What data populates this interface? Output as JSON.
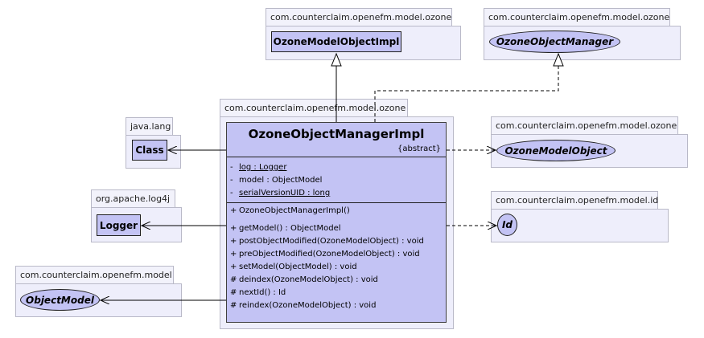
{
  "packages": {
    "top_center": "com.counterclaim.openefm.model.ozone",
    "top_right": "com.counterclaim.openefm.model.ozone",
    "center": "com.counterclaim.openefm.model.ozone",
    "java_lang": "java.lang",
    "log4j": "org.apache.log4j",
    "model": "com.counterclaim.openefm.model",
    "right_ozone": "com.counterclaim.openefm.model.ozone",
    "model_id": "com.counterclaim.openefm.model.id"
  },
  "classes": {
    "ozone_model_object_impl": "OzoneModelObjectImpl",
    "ozone_object_manager": "OzoneObjectManager",
    "class": "Class",
    "logger": "Logger",
    "object_model": "ObjectModel",
    "ozone_model_object": "OzoneModelObject",
    "id": "Id"
  },
  "main_class": {
    "name": "OzoneObjectManagerImpl",
    "stereotype": "{abstract}",
    "attributes": [
      {
        "vis": "-",
        "text": "log : Logger"
      },
      {
        "vis": "-",
        "text": "model : ObjectModel"
      },
      {
        "vis": "-",
        "text": "serialVersionUID : long"
      }
    ],
    "constructors": [
      {
        "vis": "+",
        "text": "OzoneObjectManagerImpl()"
      }
    ],
    "methods": [
      {
        "vis": "+",
        "text": "getModel() : ObjectModel"
      },
      {
        "vis": "+",
        "text": "postObjectModified(OzoneModelObject) : void"
      },
      {
        "vis": "+",
        "text": "preObjectModified(OzoneModelObject) : void"
      },
      {
        "vis": "+",
        "text": "setModel(ObjectModel) : void"
      },
      {
        "vis": "#",
        "text": "deindex(OzoneModelObject) : void"
      },
      {
        "vis": "#",
        "text": "nextId() : Id"
      },
      {
        "vis": "#",
        "text": "reindex(OzoneModelObject) : void"
      }
    ]
  }
}
